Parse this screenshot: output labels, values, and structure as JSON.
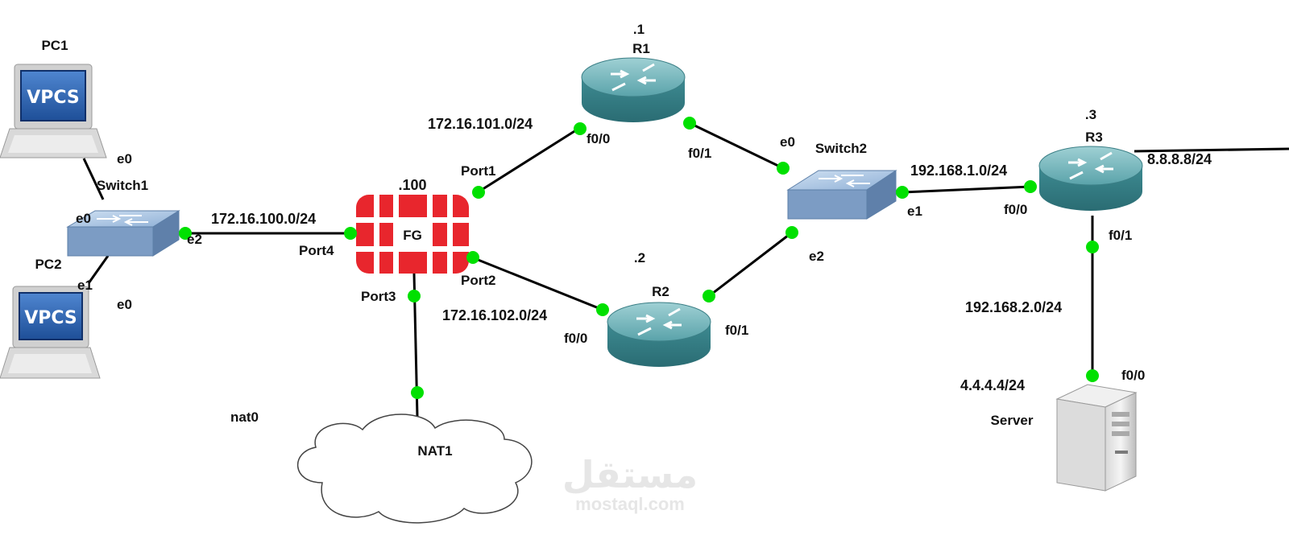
{
  "devices": {
    "pc1": {
      "name": "PC1",
      "screen_text": "VPCS",
      "icon": "vpcs-computer-icon"
    },
    "pc2": {
      "name": "PC2",
      "screen_text": "VPCS",
      "icon": "vpcs-computer-icon"
    },
    "switch1": {
      "name": "Switch1",
      "icon": "ethernet-switch-icon"
    },
    "switch2": {
      "name": "Switch2",
      "icon": "ethernet-switch-icon"
    },
    "fg": {
      "name": "FG",
      "host_id": ".100",
      "icon": "fortigate-firewall-icon",
      "color": "#e8262d"
    },
    "r1": {
      "name": "R1",
      "host_id": ".1",
      "icon": "router-icon"
    },
    "r2": {
      "name": "R2",
      "host_id": ".2",
      "icon": "router-icon"
    },
    "r3": {
      "name": "R3",
      "host_id": ".3",
      "icon": "router-icon"
    },
    "nat1": {
      "name": "NAT1",
      "icon": "cloud-icon"
    },
    "server": {
      "name": "Server",
      "icon": "server-icon"
    }
  },
  "interfaces": {
    "pc1_e0": "e0",
    "pc2_e0": "e0",
    "sw1_e0": "e0",
    "sw1_e1": "e1",
    "sw1_e2": "e2",
    "fg_port1": "Port1",
    "fg_port2": "Port2",
    "fg_port3": "Port3",
    "fg_port4": "Port4",
    "r1_f00": "f0/0",
    "r1_f01": "f0/1",
    "r2_f00": "f0/0",
    "r2_f01": "f0/1",
    "sw2_e0": "e0",
    "sw2_e1": "e1",
    "sw2_e2": "e2",
    "r3_f00": "f0/0",
    "r3_f01": "f0/1",
    "server_f00": "f0/0",
    "nat_nat0": "nat0"
  },
  "subnets": {
    "lan": "172.16.100.0/24",
    "r1_link": "172.16.101.0/24",
    "r2_link": "172.16.102.0/24",
    "r3_link": "192.168.1.0/24",
    "server_link": "192.168.2.0/24",
    "internet": "8.8.8.8/24",
    "server_ip": "4.4.4.4/24"
  },
  "colors": {
    "port_dot": "#00e000",
    "router_body": "#3f8e95",
    "switch_body": "#7c9cc4",
    "vpcs_screen": "#2d63b0"
  },
  "watermark": {
    "arabic": "مستقل",
    "domain": "mostaql.com"
  }
}
